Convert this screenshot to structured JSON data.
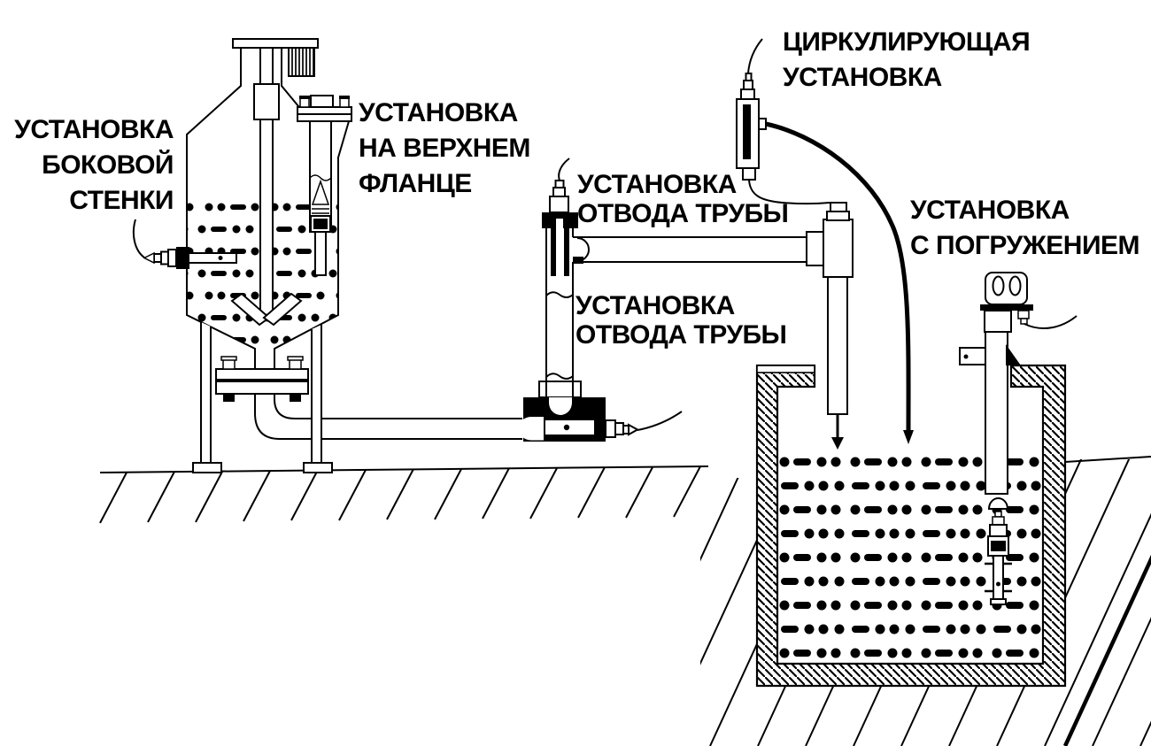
{
  "labels": {
    "side_wall": {
      "line1": "УСТАНОВКА",
      "line2": "БОКОВОЙ",
      "line3": "СТЕНКИ"
    },
    "top_flange": {
      "line1": "УСТАНОВКА",
      "line2": "НА ВЕРХНЕМ",
      "line3": "ФЛАНЦЕ"
    },
    "pipe_outlet_upper": {
      "line1": "УСТАНОВКА",
      "line2": "ОТВОДА ТРУБЫ"
    },
    "pipe_outlet_lower": {
      "line1": "УСТАНОВКА",
      "line2": "ОТВОДА ТРУБЫ"
    },
    "circulating": {
      "line1": "ЦИРКУЛИРУЮЩАЯ",
      "line2": "УСТАНОВКА"
    },
    "immersion": {
      "line1": "УСТАНОВКА",
      "line2": "С ПОГРУЖЕНИЕМ"
    }
  },
  "colors": {
    "ink": "#000000",
    "background": "#ffffff"
  }
}
